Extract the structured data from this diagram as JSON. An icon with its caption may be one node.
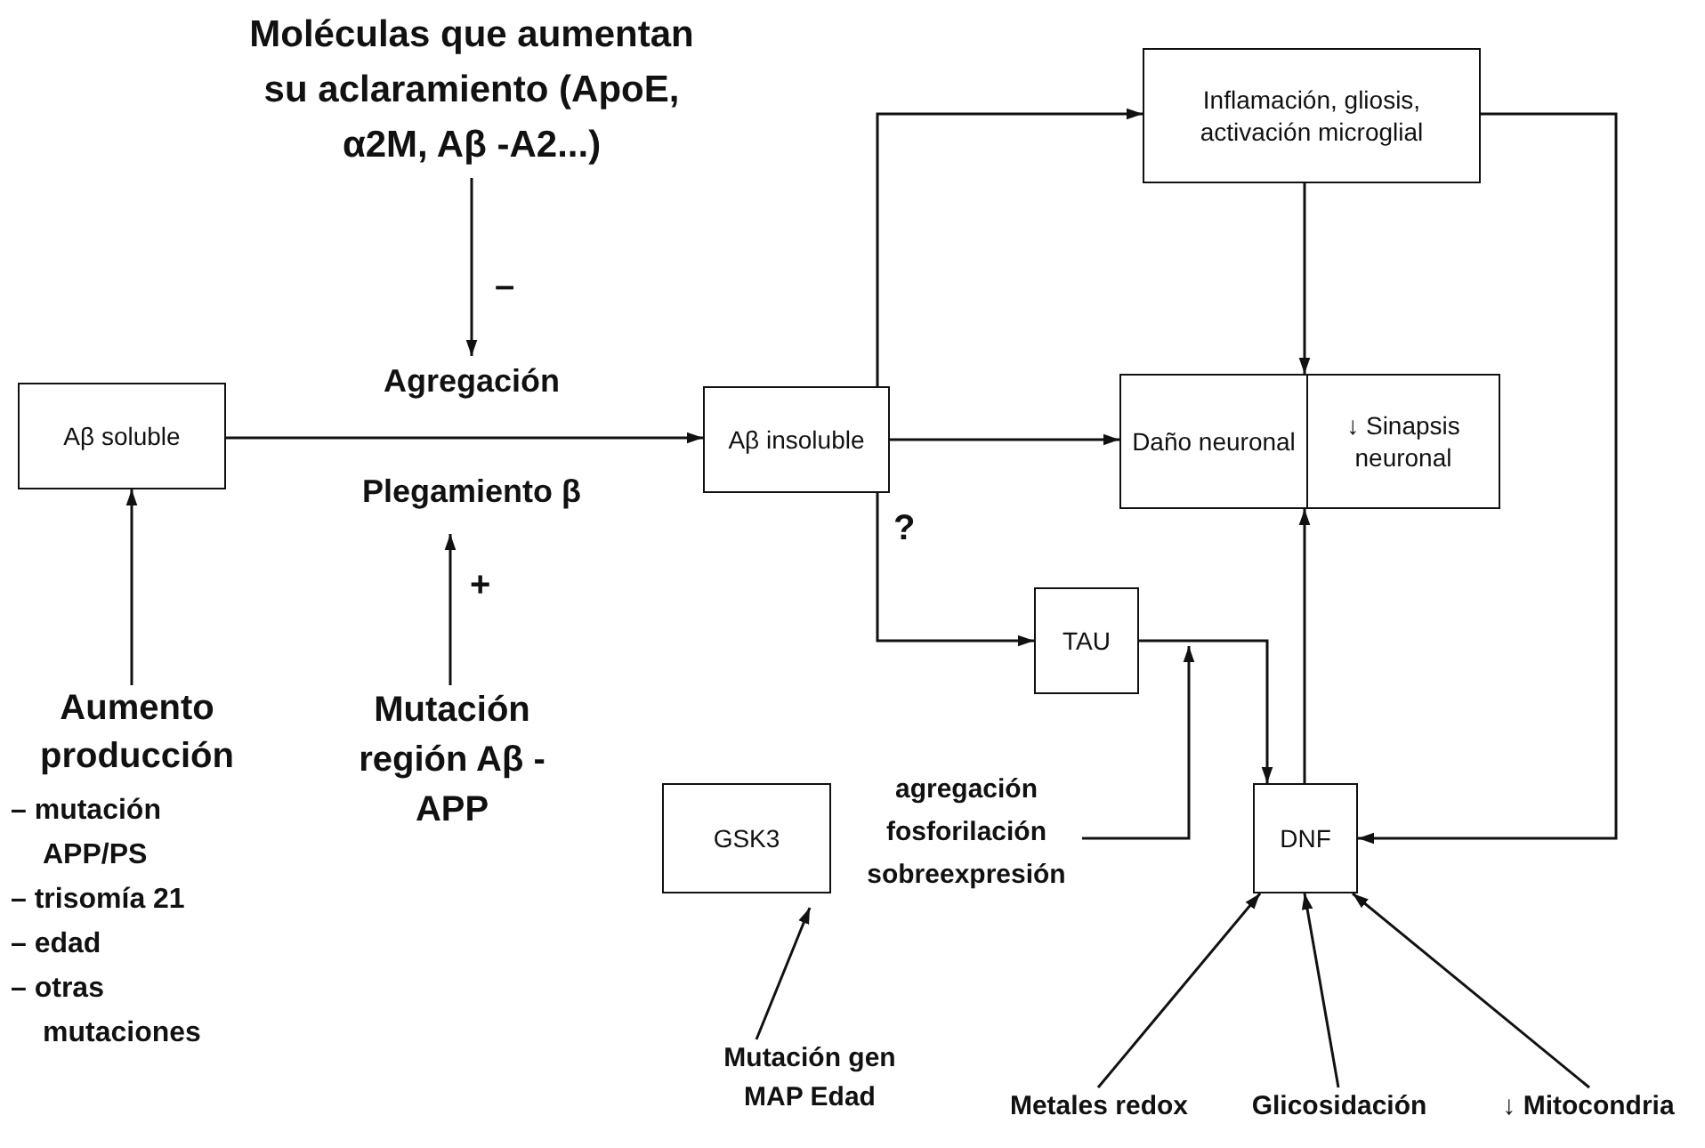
{
  "diagram": {
    "nodes": [
      {
        "text": [
          "Moléculas que aumentan su aclaramiento (ApoE, α2M, Aβ -A2...)"
        ]
      },
      {
        "text": [
          "Aβ soluble"
        ]
      },
      {
        "text": [
          "Agregación",
          "Plegamiento β"
        ]
      },
      {
        "text": [
          "Aβ insoluble"
        ]
      },
      {
        "text": [
          "Inflamación, gliosis, activación microglial"
        ]
      },
      {
        "text": [
          "Daño neuronal"
        ]
      },
      {
        "text": [
          "↓ Sinapsis neuronal"
        ]
      },
      {
        "text": [
          "TAU"
        ]
      },
      {
        "text": [
          "GSK3"
        ]
      },
      {
        "text": [
          "agregación fosforilación sobreexpresión"
        ]
      },
      {
        "text": [
          "DNF"
        ]
      },
      {
        "text": [
          "Aumento producción",
          "– mutación APP/PS",
          "– trisomía 21",
          "– edad",
          "– otras mutaciones"
        ]
      },
      {
        "text": [
          "Mutación región Aβ -APP"
        ]
      },
      {
        "text": [
          "Mutación gen MAP Edad"
        ]
      },
      {
        "text": [
          "Metales redox"
        ]
      },
      {
        "text": [
          "Glicosidación"
        ]
      },
      {
        "text": [
          "↓ Mitocondria"
        ]
      }
    ],
    "edges": [
      {
        "from": 0,
        "to": 2,
        "arrow": "to",
        "label": "–"
      },
      {
        "from": 12,
        "to": 2,
        "arrow": "to",
        "label": "+"
      },
      {
        "from": 11,
        "to": 1,
        "arrow": "to"
      },
      {
        "from": 1,
        "to": 3,
        "arrow": "to"
      },
      {
        "from": 3,
        "to": 4,
        "arrow": "to"
      },
      {
        "from": 3,
        "to": 5,
        "arrow": "to"
      },
      {
        "from": 3,
        "to": 7,
        "arrow": "to",
        "label": "?"
      },
      {
        "from": 4,
        "to": 5,
        "arrow": "to"
      },
      {
        "from": 4,
        "to": 10,
        "arrow": "to"
      },
      {
        "from": 7,
        "to": 10,
        "arrow": "to"
      },
      {
        "from": 9,
        "to": null,
        "arrow": "to"
      },
      {
        "from": 10,
        "to": 5,
        "arrow": "to"
      },
      {
        "from": 13,
        "to": 9,
        "arrow": "to"
      },
      {
        "from": 14,
        "to": 10,
        "arrow": "to"
      },
      {
        "from": 15,
        "to": 10,
        "arrow": "to"
      },
      {
        "from": 16,
        "to": 10,
        "arrow": "to"
      }
    ]
  }
}
